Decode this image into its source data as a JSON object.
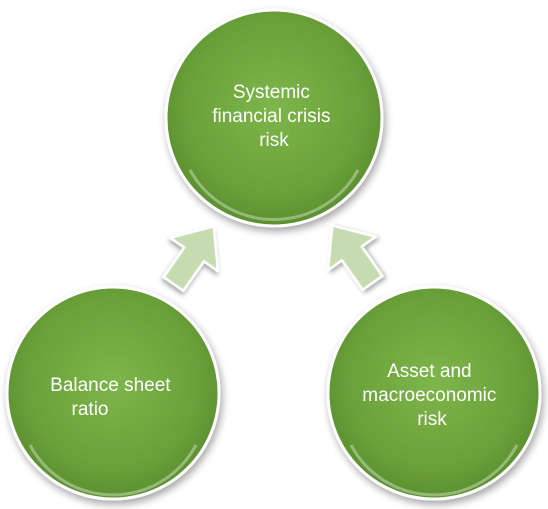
{
  "diagram": {
    "nodes": {
      "top": {
        "lines": [
          "Systemic",
          "financial crisis",
          "risk"
        ]
      },
      "left": {
        "lines": [
          "Balance sheet",
          "ratio"
        ]
      },
      "right": {
        "lines": [
          "Asset and",
          "macroeconomic",
          "risk"
        ]
      }
    },
    "colors": {
      "circle_fill": "#6aa03a",
      "circle_fill_light": "#7fb54b",
      "circle_fill_dark": "#4f8427",
      "circle_stroke": "#ffffff",
      "arrow_fill": "#c6dcb0",
      "arrow_stroke": "#ffffff",
      "label_text": "#ffffff"
    }
  }
}
